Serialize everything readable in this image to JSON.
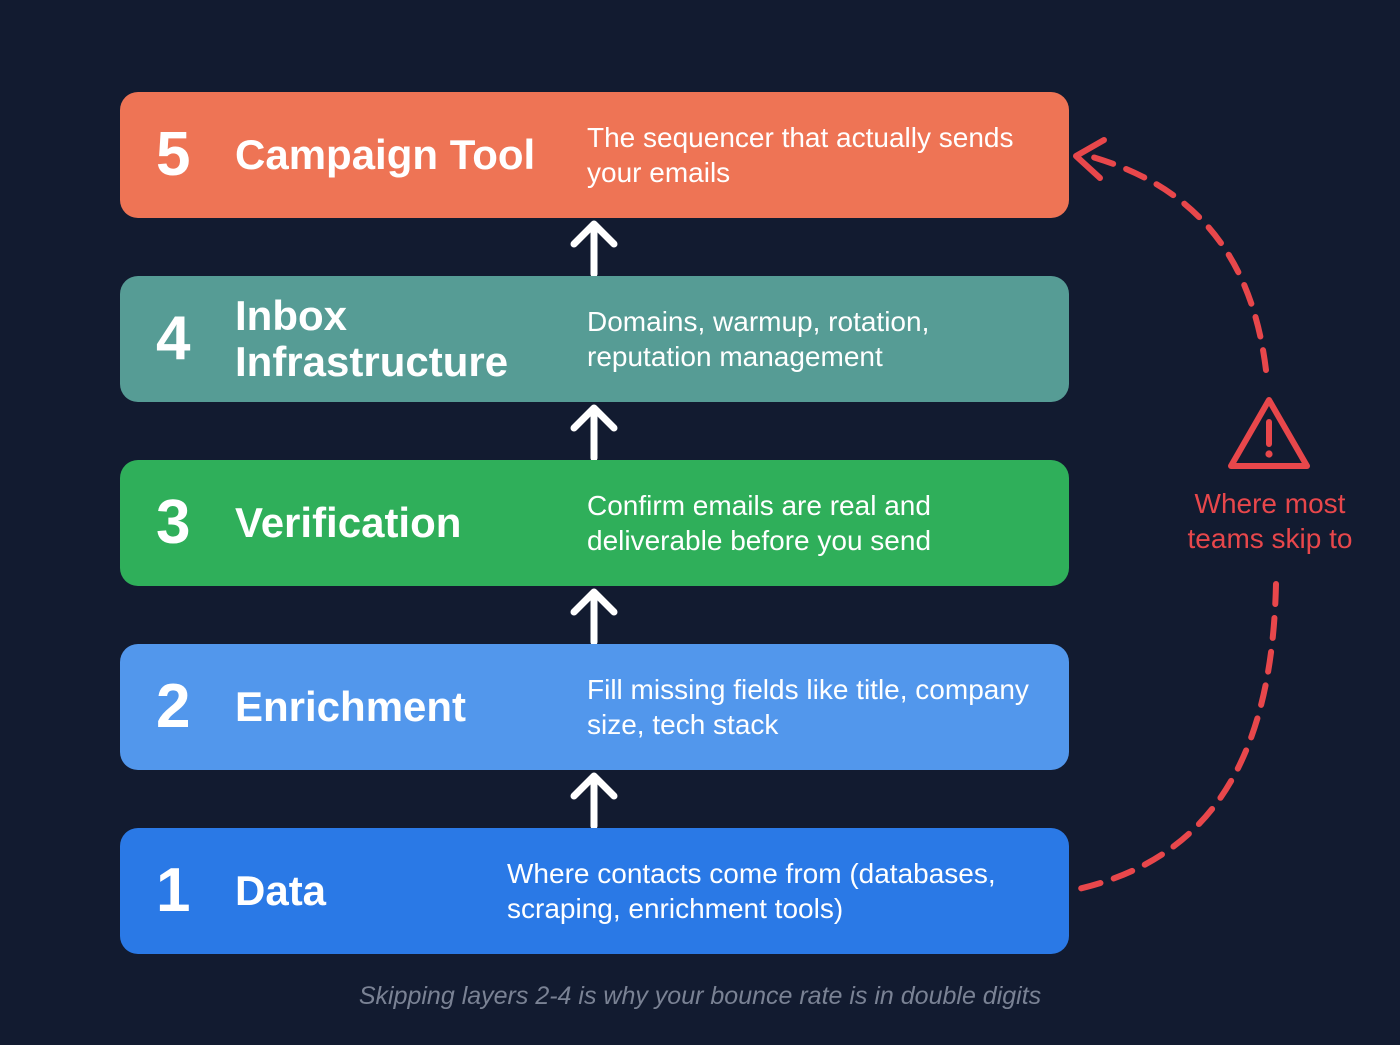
{
  "layers": [
    {
      "number": "5",
      "title": "Campaign Tool",
      "description": "The sequencer that actually sends your emails",
      "color": "#ee7455"
    },
    {
      "number": "4",
      "title": "Inbox Infrastructure",
      "description": "Domains, warmup, rotation, reputation management",
      "color": "#569c95"
    },
    {
      "number": "3",
      "title": "Verification",
      "description": "Confirm emails are real and deliverable before you send",
      "color": "#2faf5a"
    },
    {
      "number": "2",
      "title": "Enrichment",
      "description": "Fill missing fields like title, company size, tech stack",
      "color": "#5297ec"
    },
    {
      "number": "1",
      "title": "Data",
      "description": "Where contacts come from (databases, scraping, enrichment tools)",
      "color": "#2a79e6"
    }
  ],
  "skip_note": "Where most teams skip to",
  "footnote": "Skipping layers 2-4 is why your bounce rate is in double digits",
  "icons": {
    "connector": "up-arrow-icon",
    "warning": "warning-triangle-icon",
    "skip_path": "dashed-curved-arrow"
  },
  "colors": {
    "background": "#121b30",
    "warning": "#e8474b",
    "footnote": "#7a8294"
  }
}
